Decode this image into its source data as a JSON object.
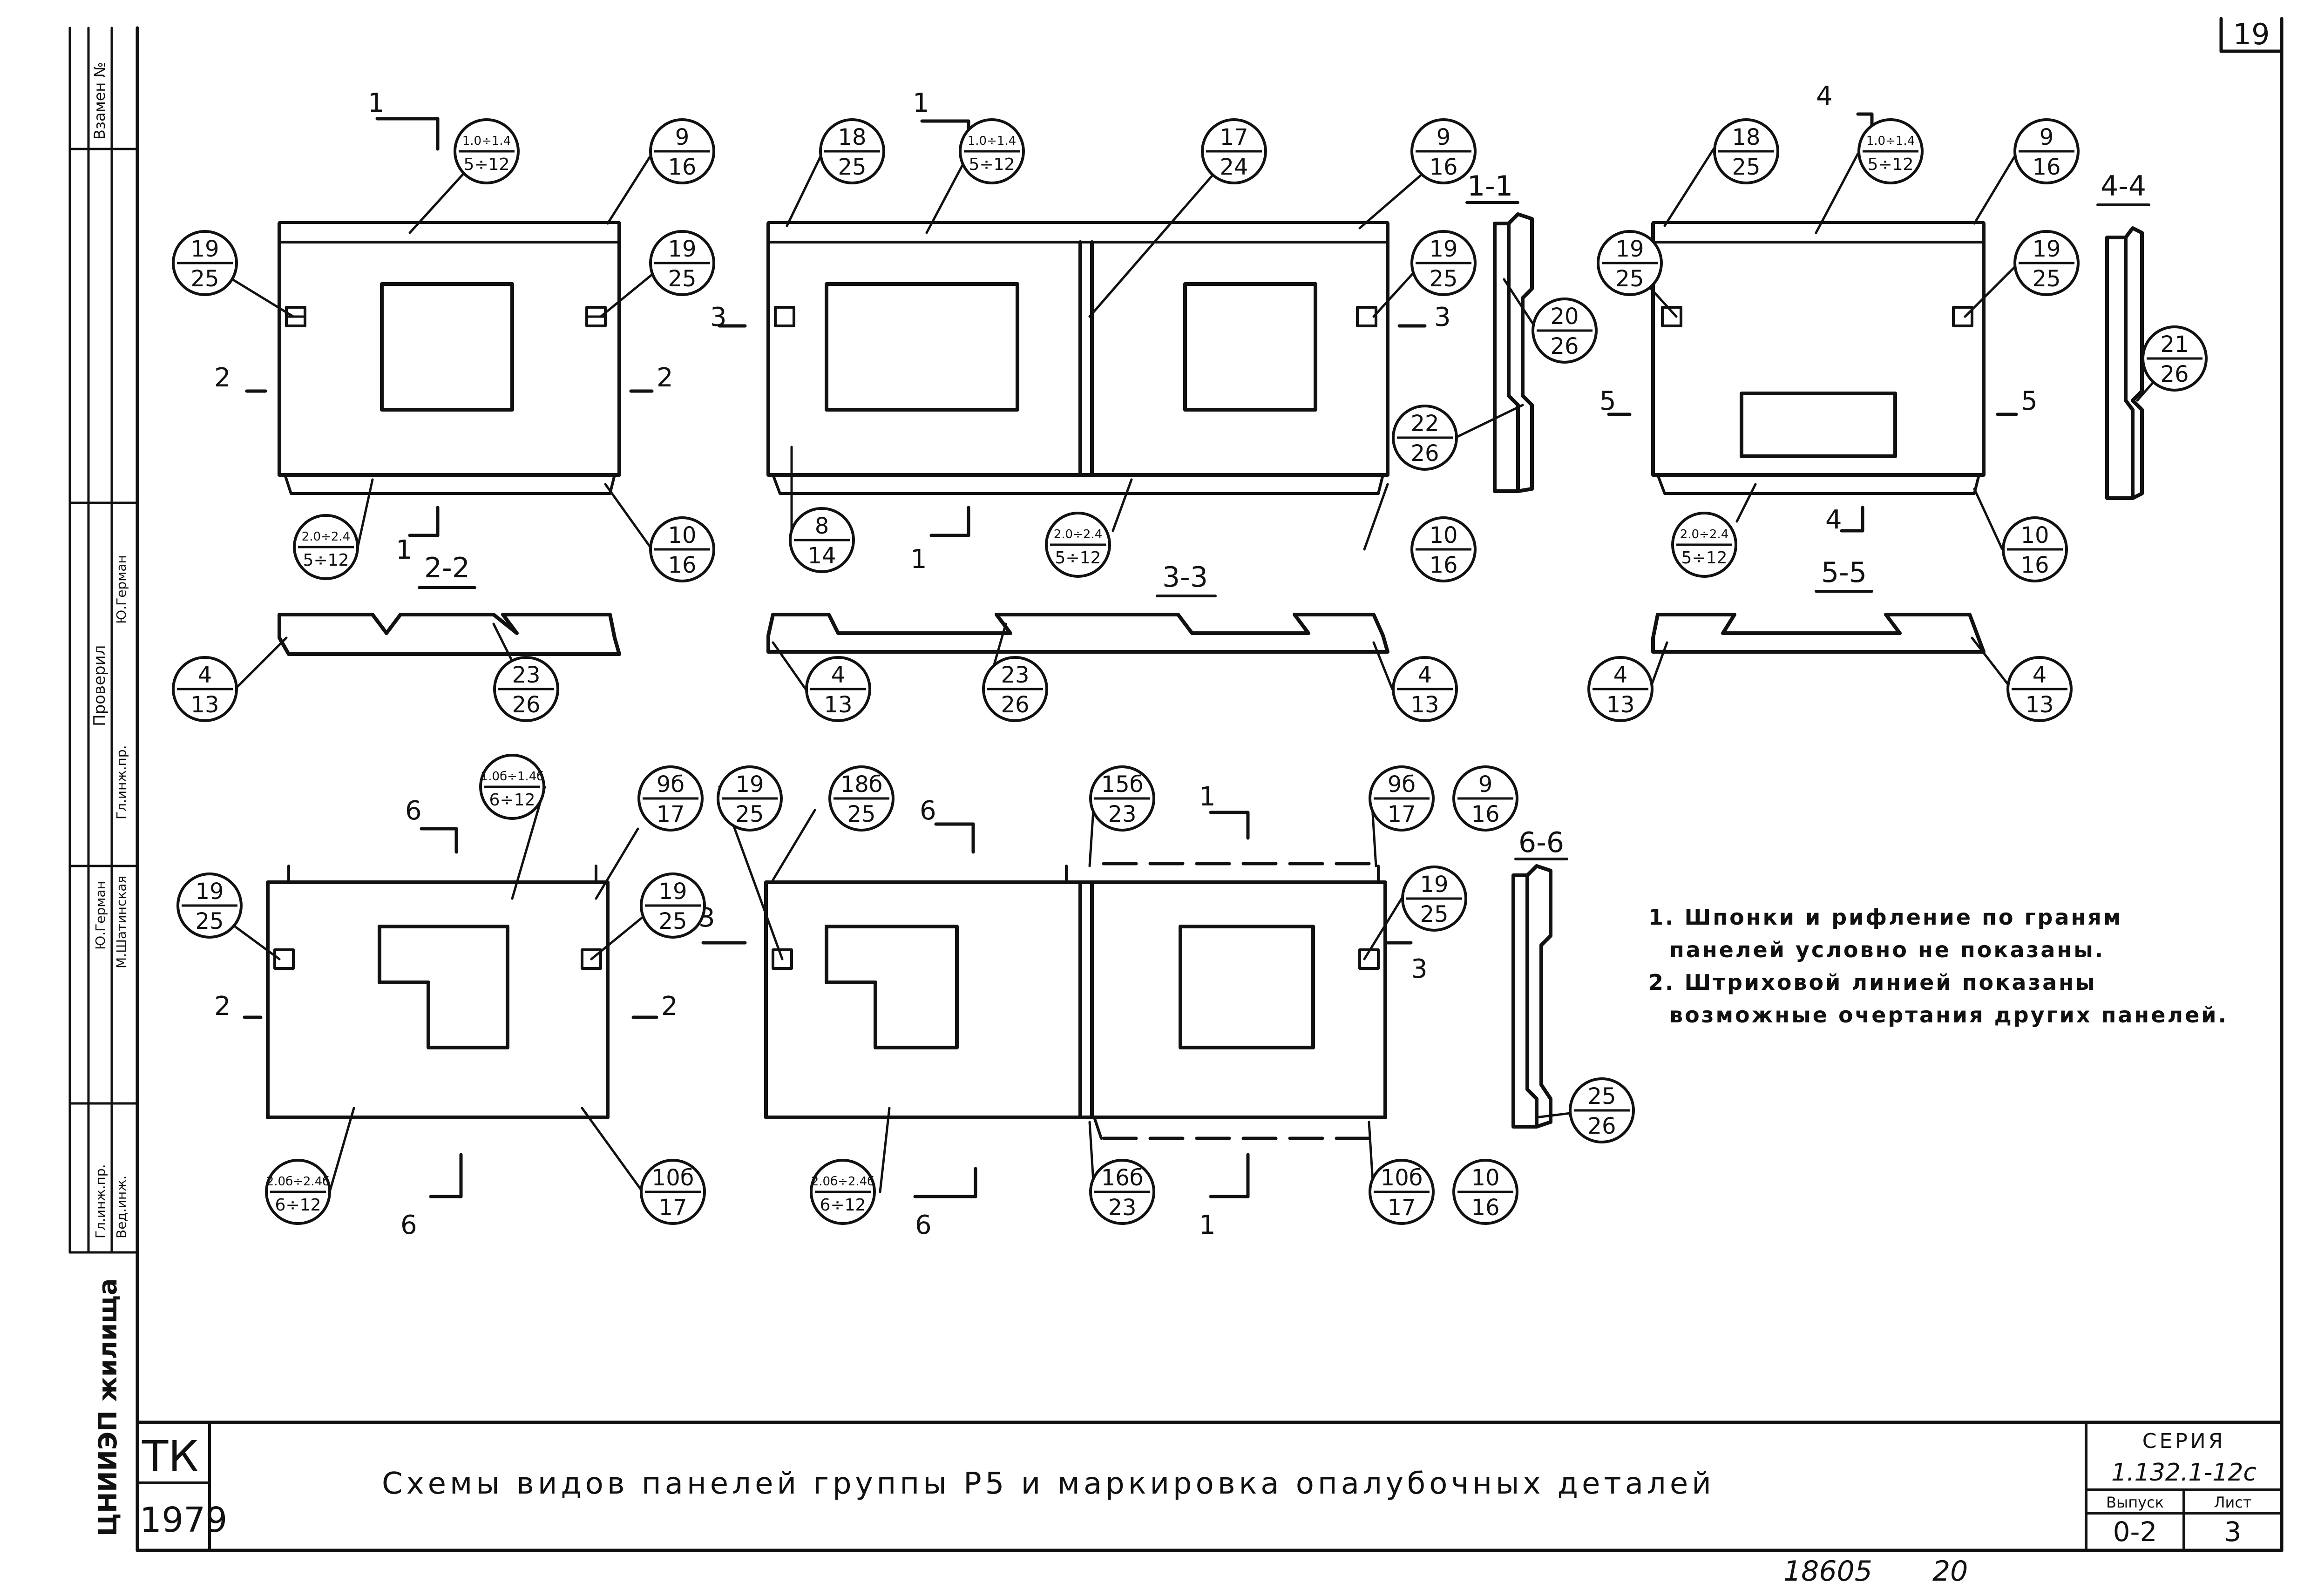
{
  "sheet": {
    "page_number": "19",
    "title": "Схемы видов панелей группы Р5 и маркировка опалубочных деталей",
    "notes": [
      "1. Шпонки и рифление по граням",
      "панелей условно не показаны.",
      "2. Штриховой линией показаны",
      "возможные очертания других панелей."
    ],
    "stamp_tk": "ТК",
    "stamp_year": "1979",
    "series_label": "СЕРИЯ",
    "series_value": "1.132.1-12с",
    "issue_label": "Выпуск",
    "issue_value": "0-2",
    "sheet_label": "Лист",
    "sheet_value": "3",
    "bottom_number": "18605",
    "bottom_page": "20",
    "org": "ЦНИИЭП жилища",
    "side_labels": [
      "Взамен №",
      "Проверил",
      "Гл.инж.пр.",
      "Ю.Герман",
      "Ю.Герман",
      "М.Шатинская",
      "Гл.инж.пр.",
      "Вед.инж."
    ]
  },
  "sections": [
    "1-1",
    "2-2",
    "3-3",
    "4-4",
    "5-5",
    "6-6"
  ],
  "section_marks": [
    "1",
    "2",
    "3",
    "4",
    "5",
    "6"
  ],
  "callouts": {
    "c1": [
      "1.0÷1.4",
      "5÷12"
    ],
    "c2": [
      "9",
      "16"
    ],
    "c3": [
      "19",
      "25"
    ],
    "c4": [
      "19",
      "25"
    ],
    "c5": [
      "2.0÷2.4",
      "5÷12"
    ],
    "c6": [
      "10",
      "16"
    ],
    "c7": [
      "4",
      "13"
    ],
    "c8": [
      "23",
      "26"
    ],
    "c9": [
      "18",
      "25"
    ],
    "c10": [
      "1.0÷1.4",
      "5÷12"
    ],
    "c11": [
      "17",
      "24"
    ],
    "c12": [
      "9",
      "16"
    ],
    "c13": [
      "19",
      "25"
    ],
    "c14": [
      "20",
      "26"
    ],
    "c15": [
      "22",
      "26"
    ],
    "c16": [
      "8",
      "14"
    ],
    "c17": [
      "2.0÷2.4",
      "5÷12"
    ],
    "c18": [
      "10",
      "16"
    ],
    "c19": [
      "4",
      "13"
    ],
    "c20": [
      "23",
      "26"
    ],
    "c21": [
      "4",
      "13"
    ],
    "c22": [
      "18",
      "25"
    ],
    "c23": [
      "1.0÷1.4",
      "5÷12"
    ],
    "c24": [
      "9",
      "16"
    ],
    "c25": [
      "19",
      "25"
    ],
    "c26": [
      "19",
      "25"
    ],
    "c27": [
      "21",
      "26"
    ],
    "c28": [
      "2.0÷2.4",
      "5÷12"
    ],
    "c29": [
      "10",
      "16"
    ],
    "c30": [
      "4",
      "13"
    ],
    "c31": [
      "4",
      "13"
    ],
    "c32": [
      "1.0б÷1.4б",
      "6÷12"
    ],
    "c33": [
      "9б",
      "17"
    ],
    "c34": [
      "19",
      "25"
    ],
    "c35": [
      "19",
      "25"
    ],
    "c36": [
      "2.0б÷2.4б",
      "6÷12"
    ],
    "c37": [
      "10б",
      "17"
    ],
    "c38": [
      "19",
      "25"
    ],
    "c39": [
      "18б",
      "25"
    ],
    "c40": [
      "2.0б÷2.4б",
      "6÷12"
    ],
    "c41": [
      "15б",
      "23"
    ],
    "c42": [
      "9б",
      "17"
    ],
    "c43": [
      "9",
      "16"
    ],
    "c44": [
      "19",
      "25"
    ],
    "c45": [
      "16б",
      "23"
    ],
    "c46": [
      "10б",
      "17"
    ],
    "c47": [
      "10",
      "16"
    ],
    "c48": [
      "25",
      "26"
    ]
  }
}
